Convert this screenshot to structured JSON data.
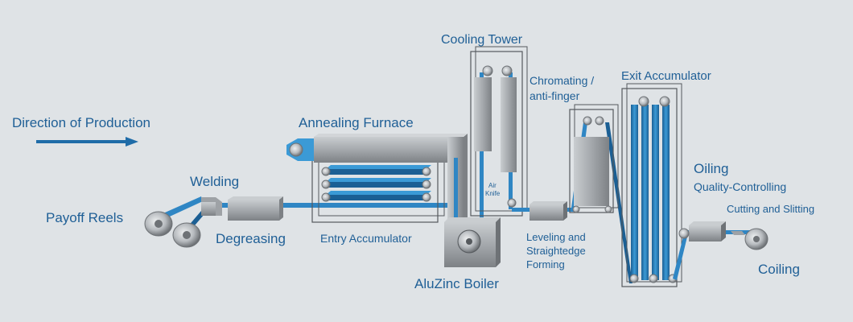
{
  "labels": {
    "direction": "Direction of Production",
    "payoff_reels": "Payoff Reels",
    "welding": "Welding",
    "degreasing": "Degreasing",
    "annealing_furnace": "Annealing Furnace",
    "entry_accumulator": "Entry Accumulator",
    "cooling_tower": "Cooling Tower",
    "air_knife_line1": "Air",
    "air_knife_line2": "Knife",
    "aluzinc_boiler": "AluZinc Boiler",
    "chromating_line1": "Chromating /",
    "chromating_line2": "anti-finger",
    "leveling_line1": "Leveling and",
    "leveling_line2": "Straightedge",
    "leveling_line3": "Forming",
    "exit_accumulator": "Exit Accumulator",
    "oiling": "Oiling",
    "quality": "Quality-Controlling",
    "cutting": "Cutting and Slitting",
    "coiling": "Coiling"
  },
  "colors": {
    "background": "#dfe3e6",
    "label": "#1f5f96",
    "strip": "#2f86c4",
    "strip_dark": "#1b5f94",
    "machine": "#a9adb1",
    "machine_dark": "#7f8387",
    "frame": "#55595d"
  }
}
